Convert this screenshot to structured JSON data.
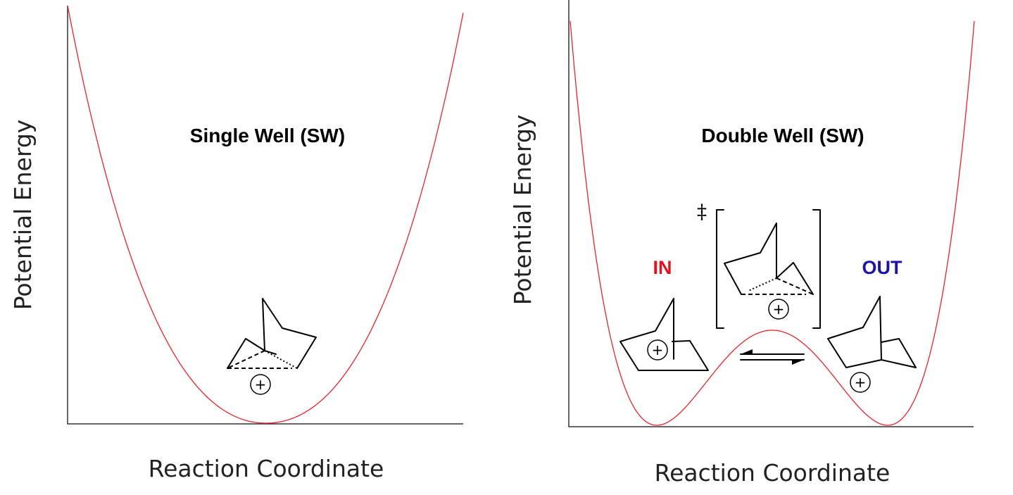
{
  "panels": {
    "left": {
      "title": "Single Well (SW)",
      "x_axis_label": "Reaction Coordinate",
      "y_axis_label": "Potential Energy",
      "charge": "+"
    },
    "right": {
      "title": "Double Well (SW)",
      "x_axis_label": "Reaction Coordinate",
      "y_axis_label": "Potential Energy",
      "in_label": "IN",
      "out_label": "OUT",
      "transition_state_marker": "‡",
      "charge": "+"
    }
  },
  "colors": {
    "curve": "#e8232b",
    "in_label": "#e8101a",
    "out_label": "#1c14a6",
    "axis": "#333333"
  }
}
